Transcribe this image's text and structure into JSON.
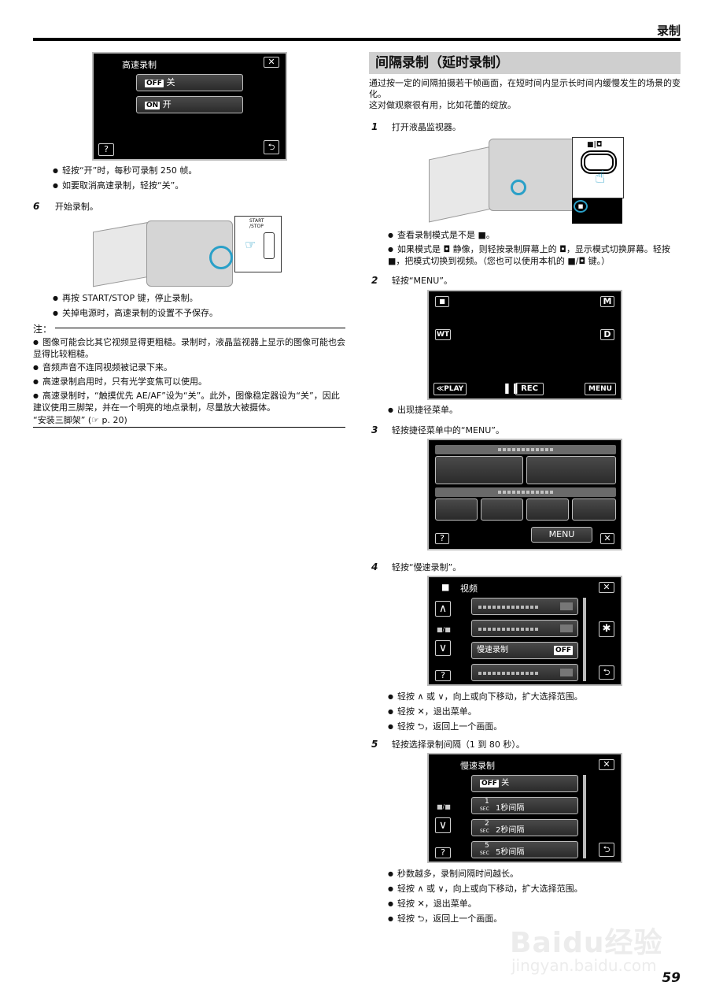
{
  "header": {
    "title": "录制",
    "page_number": "59"
  },
  "left": {
    "screen1": {
      "title": "高速录制",
      "option_off_tag": "OFF",
      "option_off_label": "关",
      "option_on_tag": "ON",
      "option_on_label": "开",
      "help_label": "?"
    },
    "bullets_a": [
      "轻按“开”时，每秒可录制 250 帧。",
      "如要取消高速录制，轻按“关”。"
    ],
    "step6_num": "6",
    "step6_text": "开始录制。",
    "start_stop_label": "START\n/STOP",
    "bullets_b": [
      "再按 START/STOP 键，停止录制。",
      "关掉电源时，高速录制的设置不予保存。"
    ],
    "note_title": "注：",
    "notes": [
      "图像可能会比其它视频显得更粗糙。录制时，液晶监视器上显示的图像可能也会显得比较粗糙。",
      "音频声音不连同视频被记录下来。",
      "高速录制启用时，只有光学变焦可以使用。",
      "高速录制时，“触摸优先 AE/AF”设为“关”。此外，图像稳定器设为“关”，因此建议使用三脚架，并在一个明亮的地点录制，尽量放大被摄体。"
    ],
    "note_link": "“安装三脚架” (☞ p. 20)"
  },
  "right": {
    "section_title": "间隔录制（延时录制）",
    "intro": [
      "通过按一定的间隔拍摄若干帧画面，在短时间内显示长时间内缓慢发生的场景的变化。",
      "这对做观察很有用，比如花蕾的绽放。"
    ],
    "step1_num": "1",
    "step1_text": "打开液晶监视器。",
    "bullets1": [
      "查看录制模式是不是 ■。",
      "如果模式是 ◘ 静像，则轻按录制屏幕上的 ◘，显示模式切换屏幕。轻按 ■，把模式切换到视频。（您也可以使用本机的 ■/◘ 键。）"
    ],
    "step2_num": "2",
    "step2_text": "轻按“MENU”。",
    "screen2": {
      "m": "M",
      "wt": "WT",
      "d": "D",
      "play": "≪PLAY",
      "rec": "REC",
      "menu": "MENU"
    },
    "bullets2": [
      "出现捷径菜单。"
    ],
    "step3_num": "3",
    "step3_text": "轻按捷径菜单中的“MENU”。",
    "screen3": {
      "menu": "MENU",
      "help": "?",
      "close": "✕"
    },
    "step4_num": "4",
    "step4_text": "轻按“慢速录制”。",
    "screen4": {
      "title": "视频",
      "item3_label": "慢速录制",
      "item3_tag": "OFF",
      "help": "?",
      "page_ind": "■/■"
    },
    "bullets4": [
      "轻按 ∧ 或 ∨，向上或向下移动，扩大选择范围。",
      "轻按 ✕，退出菜单。",
      "轻按 ⮌，返回上一个画面。"
    ],
    "step5_num": "5",
    "step5_text": "轻按选择录制间隔（1 到 80 秒）。",
    "screen5": {
      "title": "慢速录制",
      "options": [
        {
          "tag": "OFF",
          "label": "关"
        },
        {
          "num": "1",
          "unit": "SEC",
          "label": "1秒间隔"
        },
        {
          "num": "2",
          "unit": "SEC",
          "label": "2秒间隔"
        },
        {
          "num": "5",
          "unit": "SEC",
          "label": "5秒间隔"
        }
      ],
      "help": "?",
      "page_ind": "■/■"
    },
    "bullets5": [
      "秒数越多，录制间隔时间越长。",
      "轻按 ∧ 或 ∨，向上或向下移动，扩大选择范围。",
      "轻按 ✕，退出菜单。",
      "轻按 ⮌，返回上一个画面。"
    ]
  },
  "watermark": {
    "brand": "Baidu经验",
    "url": "jingyan.baidu.com"
  }
}
